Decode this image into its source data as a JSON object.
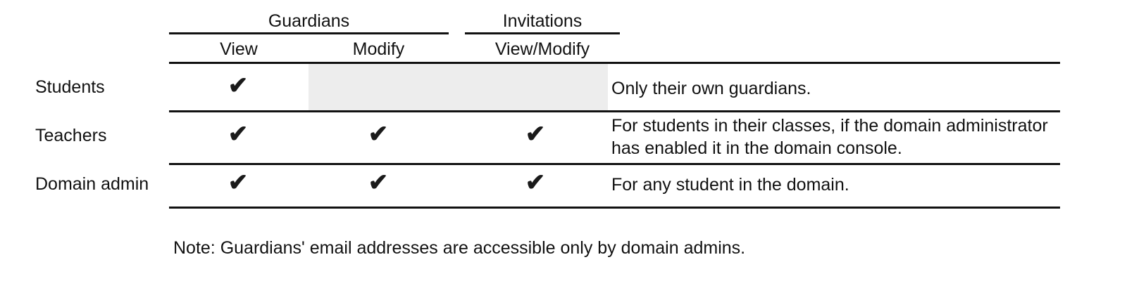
{
  "table": {
    "groups": [
      {
        "label": "Guardians"
      },
      {
        "label": "Invitations"
      }
    ],
    "columns": [
      {
        "label": "View"
      },
      {
        "label": "Modify"
      },
      {
        "label": "View/Modify"
      }
    ],
    "rows": [
      {
        "label": "Students",
        "view": "✔",
        "modify": "",
        "viewmodify": "",
        "note": "Only their own guardians."
      },
      {
        "label": "Teachers",
        "view": "✔",
        "modify": "✔",
        "viewmodify": "✔",
        "note": "For students in their classes, if the domain administrator has enabled it in the domain console."
      },
      {
        "label": "Domain admin",
        "view": "✔",
        "modify": "✔",
        "viewmodify": "✔",
        "note": "For any student in the domain."
      }
    ]
  },
  "footnote": "Note: Guardians' email addresses are accessible only by domain admins.",
  "colors": {
    "rule": "#111111",
    "shaded_cell": "#ededed",
    "text": "#111111",
    "background": "#ffffff"
  }
}
